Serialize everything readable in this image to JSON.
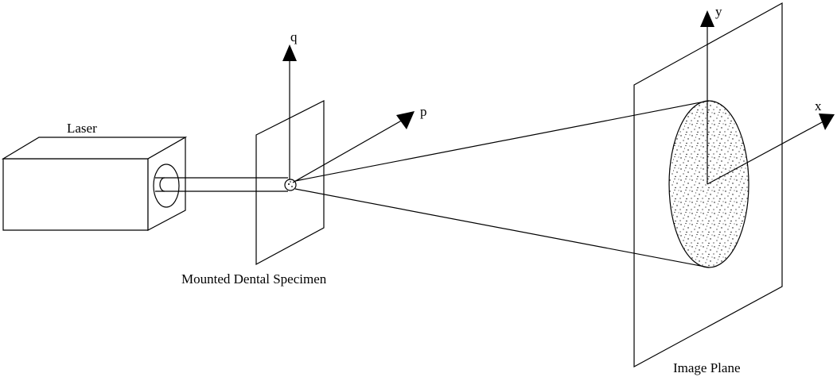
{
  "labels": {
    "laser": "Laser",
    "specimen": "Mounted Dental Specimen",
    "image_plane": "Image Plane",
    "axis_q": "q",
    "axis_p": "p",
    "axis_y": "y",
    "axis_x": "x"
  }
}
